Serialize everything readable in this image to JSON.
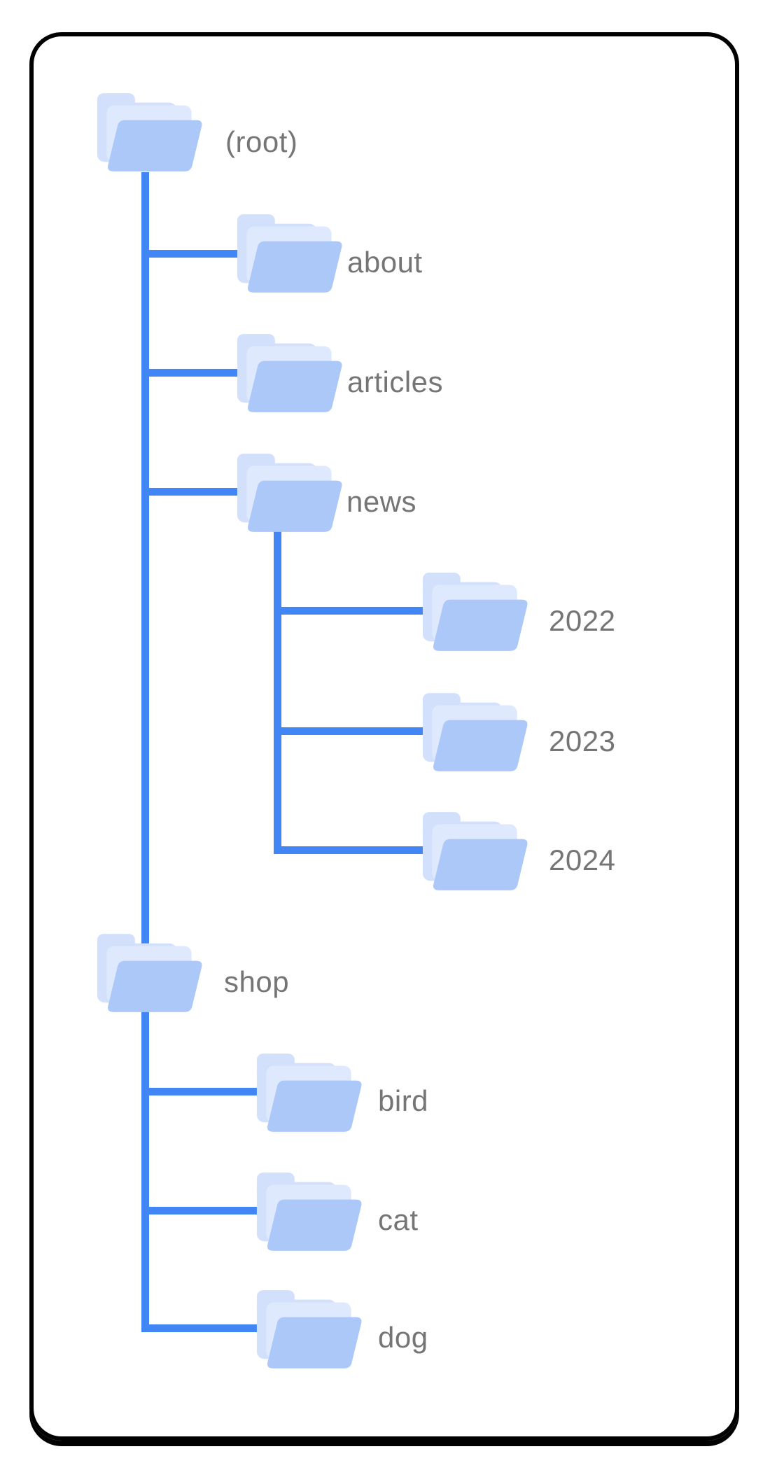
{
  "tree": {
    "label": "(root)",
    "children": [
      {
        "label": "about"
      },
      {
        "label": "articles"
      },
      {
        "label": "news",
        "children": [
          {
            "label": "2022"
          },
          {
            "label": "2023"
          },
          {
            "label": "2024"
          }
        ]
      },
      {
        "label": "shop",
        "children": [
          {
            "label": "bird"
          },
          {
            "label": "cat"
          },
          {
            "label": "dog"
          }
        ]
      }
    ]
  },
  "colors": {
    "line": "#4285f4",
    "folder-front": "#abc8f9",
    "folder-back": "#d3e0fb",
    "folder-sheet": "#dfe9fd",
    "label": "#757575",
    "frame": "#000000",
    "background": "#ffffff"
  }
}
